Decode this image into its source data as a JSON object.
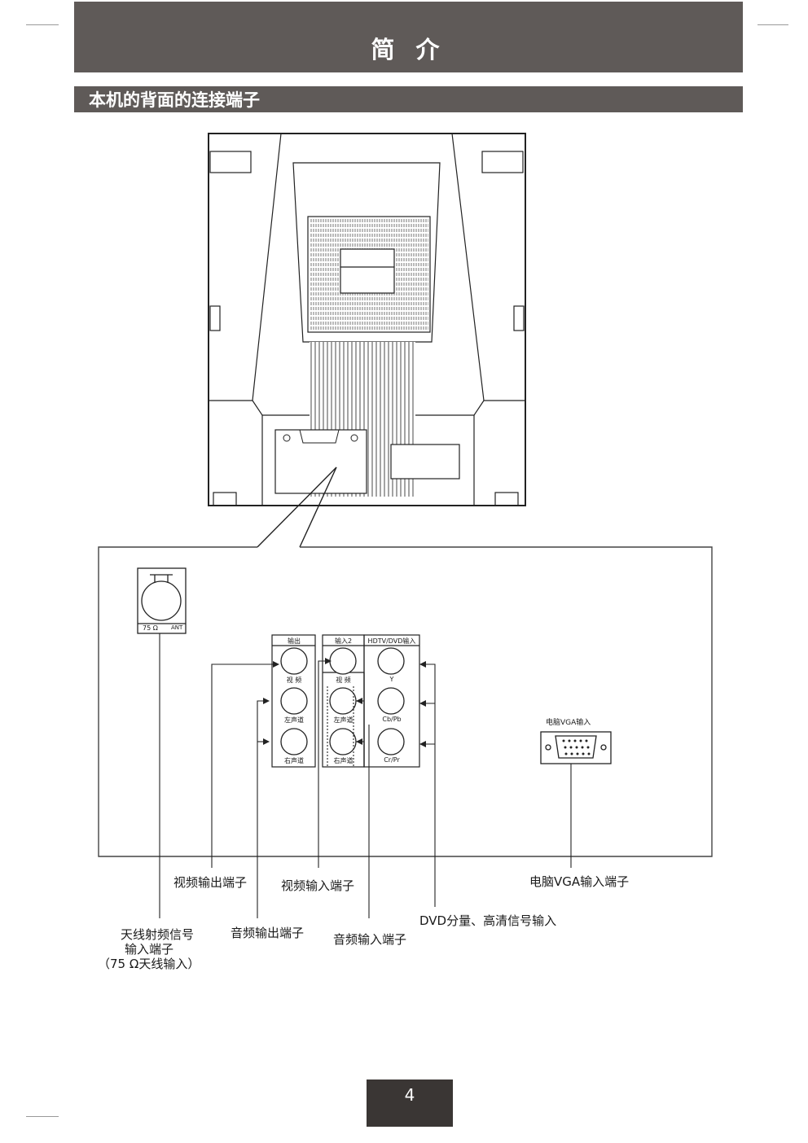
{
  "header": {
    "title": "简 介"
  },
  "section": {
    "title": "本机的背面的连接端子"
  },
  "panel_labels": {
    "output_group": "输出",
    "input2_group": "输入2",
    "hdtv_group": "HDTV/DVD输入",
    "video": "视 频",
    "left": "左声道",
    "right": "右声道",
    "y": "Y",
    "cb": "Cb/Pb",
    "cr": "Cr/Pr",
    "vga_title": "电脑VGA输入",
    "ant_ohm": "75 Ω",
    "ant": "ANT"
  },
  "callouts": {
    "video_out": "视频输出端子",
    "video_in": "视频输入端子",
    "vga_in": "电脑VGA输入端子",
    "dvd": "DVD分量、高清信号输入",
    "audio_out": "音频输出端子",
    "audio_in": "音频输入端子",
    "antenna_l1": "天线射频信号",
    "antenna_l2": "输入端子",
    "antenna_l3": "（75 Ω天线输入）"
  },
  "page_number": "4"
}
